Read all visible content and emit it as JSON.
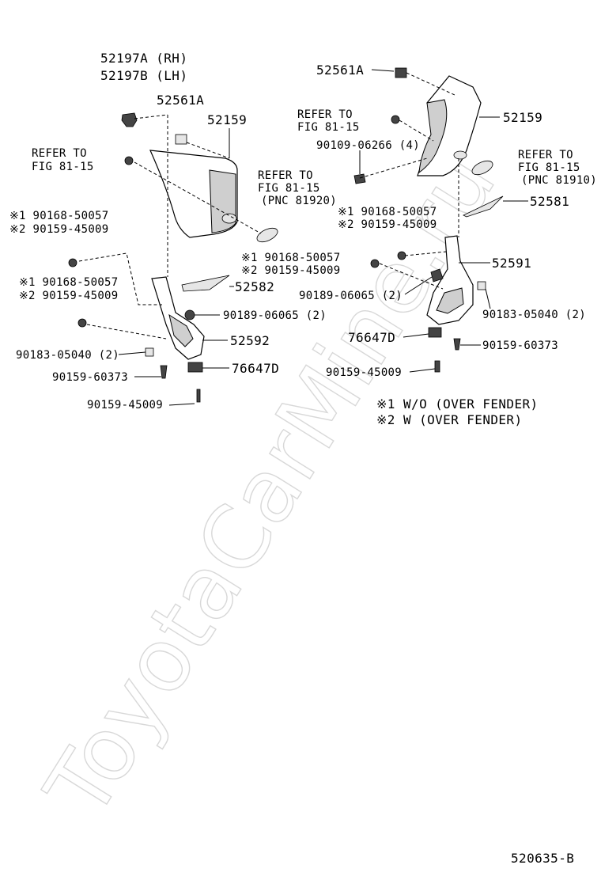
{
  "watermark": "ToyotaCarMine.ru",
  "figure_code": "520635-B",
  "legend": [
    {
      "mark": "※1",
      "text": "W/O (OVER FENDER)"
    },
    {
      "mark": "※2",
      "text": "W (OVER FENDER)"
    }
  ],
  "left": {
    "p52197a": "52197A (RH)",
    "p52197b": "52197B (LH)",
    "p52561a": "52561A",
    "p52159": "52159",
    "refer1_a": "REFER TO",
    "refer1_b": "FIG 81-15",
    "refer2_a": "REFER TO",
    "refer2_b": "FIG 81-15",
    "refer2_c": "(PNC 81920)",
    "n1_a": "※1 90168-50057",
    "n1_b": "※2 90159-45009",
    "n2_a": "※1 90168-50057",
    "n2_b": "※2 90159-45009",
    "p52582": "52582",
    "p90189": "90189-06065 (2)",
    "p52592": "52592",
    "p90183": "90183-05040 (2)",
    "p90159_60373": "90159-60373",
    "p76647d": "76647D",
    "p90159_45009": "90159-45009"
  },
  "right": {
    "p52561a": "52561A",
    "refer1_a": "REFER TO",
    "refer1_b": "FIG 81-15",
    "p52159": "52159",
    "p90109": "90109-06266 (4)",
    "refer2_a": "REFER TO",
    "refer2_b": "FIG 81-15",
    "refer2_c": "(PNC 81910)",
    "n1_a": "※1 90168-50057",
    "n1_b": "※2 90159-45009",
    "p52581": "52581",
    "n2_a": "※1 90168-50057",
    "n2_b": "※2 90159-45009",
    "p52591": "52591",
    "p90189": "90189-06065 (2)",
    "p90183": "90183-05040 (2)",
    "p76647d": "76647D",
    "p90159_60373": "90159-60373",
    "p90159_45009": "90159-45009"
  }
}
